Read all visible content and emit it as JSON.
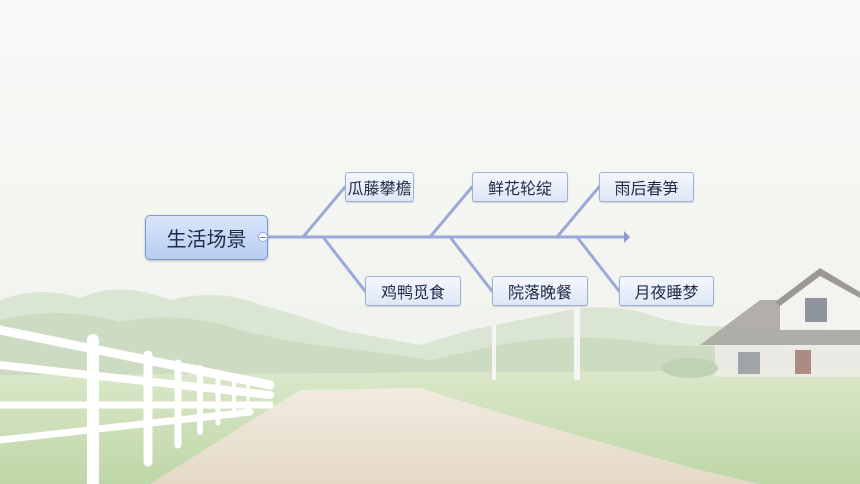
{
  "diagram": {
    "type": "fishbone-mindmap",
    "root": {
      "label": "生活场景"
    },
    "branches": [
      {
        "label": "瓜藤攀檐",
        "side": "top"
      },
      {
        "label": "鲜花轮绽",
        "side": "top"
      },
      {
        "label": "雨后春笋",
        "side": "top"
      },
      {
        "label": "鸡鸭觅食",
        "side": "bottom"
      },
      {
        "label": "院落晚餐",
        "side": "bottom"
      },
      {
        "label": "月夜睡梦",
        "side": "bottom"
      }
    ],
    "colors": {
      "spine": "#9aaad8",
      "node_fill": "#e6edf9",
      "node_border": "#9db0d6",
      "root_fill": "#c8d8f6"
    }
  },
  "background": {
    "scene": "countryside dirt road with white fence, field and farmhouse in mist"
  }
}
